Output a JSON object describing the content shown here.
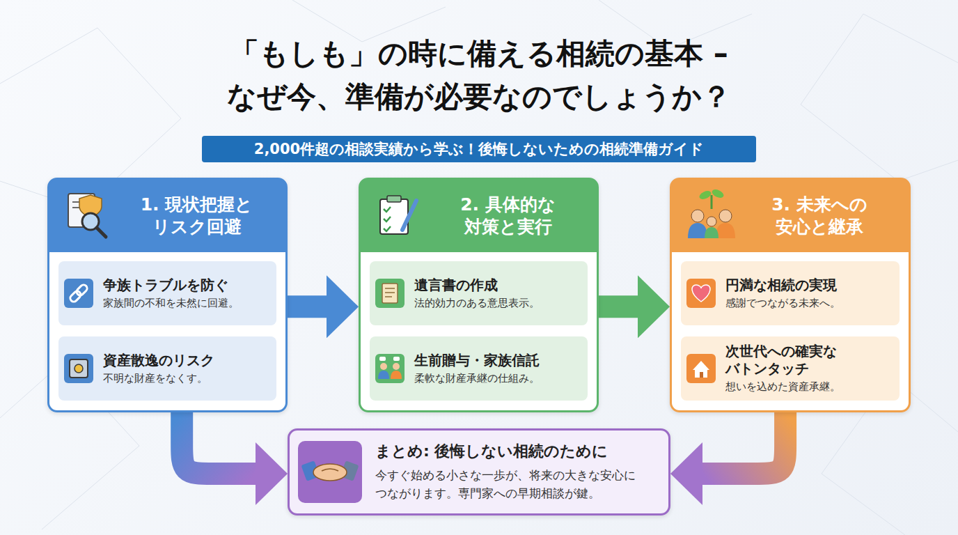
{
  "diagram": {
    "title": "「もしも」の時に備える相続の基本 – なぜ今、準備が必要なのでしょうか？",
    "nodes": [
      {
        "text": [
          "2,000件超の相談実績から学ぶ！後悔しないための相続準備ガイド"
        ]
      },
      {
        "text": [
          "1. 現状把握と リスク回避"
        ]
      },
      {
        "text": [
          "争族トラブルを防ぐ",
          "家族間の不和を未然に回避。"
        ],
        "in": 1
      },
      {
        "text": [
          "資産散逸のリスク",
          "不明な財産をなくす。"
        ],
        "in": 1
      },
      {
        "text": [
          "2. 具体的な 対策と実行"
        ]
      },
      {
        "text": [
          "遺言書の作成",
          "法的効力のある意思表示。"
        ],
        "in": 4
      },
      {
        "text": [
          "生前贈与・家族信託",
          "柔軟な財産承継の仕組み。"
        ],
        "in": 4
      },
      {
        "text": [
          "3. 未来への 安心と継承"
        ]
      },
      {
        "text": [
          "円満な相続の実現",
          "感謝でつながる未来へ。"
        ],
        "in": 7
      },
      {
        "text": [
          "次世代への確実な バトンタッチ",
          "想いを込めた資産承継。"
        ],
        "in": 7
      },
      {
        "text": [
          "まとめ: 後悔しない相続のために",
          "今すぐ始める小さな一歩が、将来の大きな安心に つながります。専門家への早期相談が鍵。"
        ]
      }
    ],
    "edges": [
      {
        "from": 1,
        "to": 4,
        "arrow": "to"
      },
      {
        "from": 4,
        "to": 7,
        "arrow": "to"
      },
      {
        "from": 1,
        "to": 10,
        "arrow": "to"
      },
      {
        "from": 7,
        "to": 10,
        "arrow": "to"
      }
    ]
  }
}
